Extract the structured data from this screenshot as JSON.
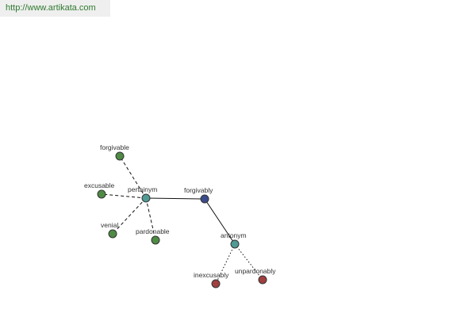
{
  "header": {
    "url": "http://www.artikata.com"
  },
  "colors": {
    "central": "#3b4c8c",
    "relation": "#4f9a94",
    "synonym": "#4f8b45",
    "antonym": "#a04040"
  },
  "graph": {
    "nodes": [
      {
        "id": "forgivably",
        "label": "forgivably",
        "kind": "central"
      },
      {
        "id": "pertainym",
        "label": "pertainym",
        "kind": "relation"
      },
      {
        "id": "antonym",
        "label": "antonym",
        "kind": "relation"
      },
      {
        "id": "forgivable",
        "label": "forgivable",
        "kind": "synonym"
      },
      {
        "id": "excusable",
        "label": "excusable",
        "kind": "synonym"
      },
      {
        "id": "venial",
        "label": "venial",
        "kind": "synonym"
      },
      {
        "id": "pardonable",
        "label": "pardonable",
        "kind": "synonym"
      },
      {
        "id": "inexcusably",
        "label": "inexcusably",
        "kind": "antonym"
      },
      {
        "id": "unpardonably",
        "label": "unpardonably",
        "kind": "antonym"
      }
    ],
    "edges": [
      {
        "from": "forgivably",
        "to": "pertainym",
        "style": "solid"
      },
      {
        "from": "forgivably",
        "to": "antonym",
        "style": "solid"
      },
      {
        "from": "pertainym",
        "to": "forgivable",
        "style": "dashed"
      },
      {
        "from": "pertainym",
        "to": "excusable",
        "style": "dashed"
      },
      {
        "from": "pertainym",
        "to": "venial",
        "style": "dashed"
      },
      {
        "from": "pertainym",
        "to": "pardonable",
        "style": "dashed"
      },
      {
        "from": "antonym",
        "to": "inexcusably",
        "style": "dotted"
      },
      {
        "from": "antonym",
        "to": "unpardonably",
        "style": "dotted"
      }
    ]
  }
}
